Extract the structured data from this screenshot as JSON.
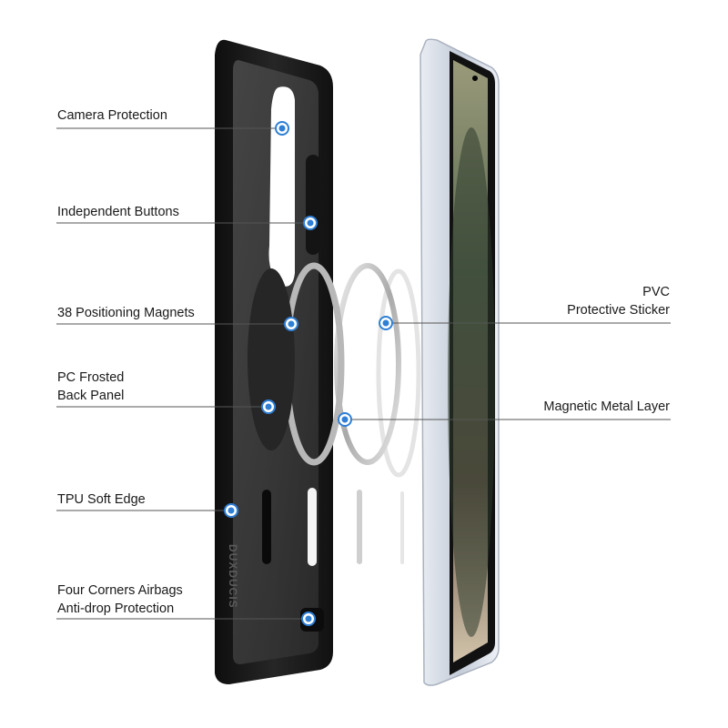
{
  "brand": {
    "text": "DUXDUCIS"
  },
  "callouts_left": [
    {
      "id": "camera",
      "lines": [
        "Camera Protection"
      ]
    },
    {
      "id": "buttons",
      "lines": [
        "Independent Buttons"
      ]
    },
    {
      "id": "magnets",
      "lines": [
        "38 Positioning Magnets"
      ]
    },
    {
      "id": "panel",
      "lines": [
        "PC Frosted",
        "Back Panel"
      ]
    },
    {
      "id": "edge",
      "lines": [
        "TPU Soft Edge"
      ]
    },
    {
      "id": "airbags",
      "lines": [
        "Four Corners Airbags",
        "Anti-drop Protection"
      ]
    }
  ],
  "callouts_right": [
    {
      "id": "pvc",
      "lines": [
        "PVC",
        "Protective Sticker"
      ]
    },
    {
      "id": "metal",
      "lines": [
        "Magnetic Metal Layer"
      ]
    }
  ],
  "colors": {
    "callout_dot": "#2f7fd6",
    "case_body": "#1c1c1c",
    "case_window": "#3a3a3a",
    "leader_line": "#555555",
    "phone_frame": "#c9d0dc"
  }
}
